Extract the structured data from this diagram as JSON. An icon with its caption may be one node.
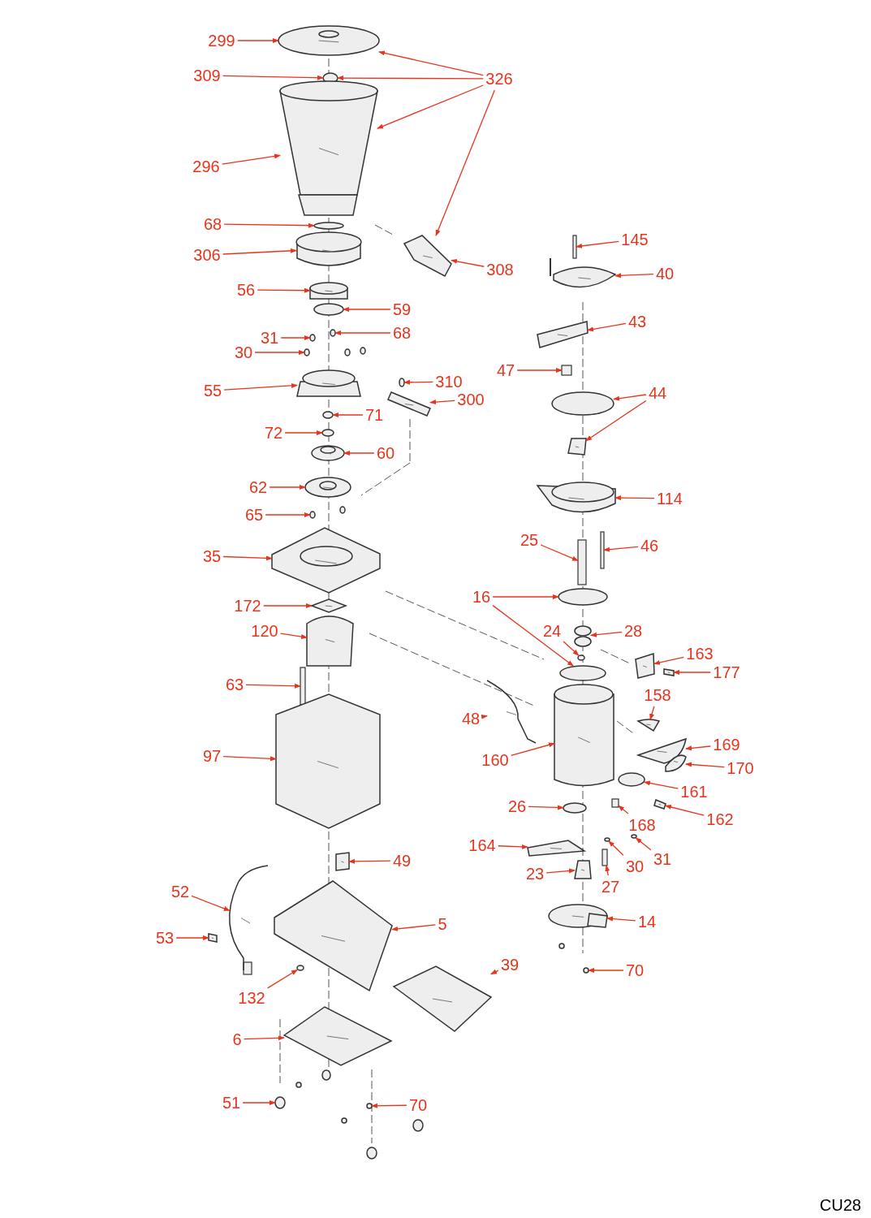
{
  "diagram": {
    "nodes": [
      {
        "text": [
          "299"
        ]
      },
      {
        "text": [
          "309"
        ]
      },
      {
        "text": [
          "326"
        ]
      },
      {
        "text": [
          "296"
        ]
      },
      {
        "text": [
          "68"
        ]
      },
      {
        "text": [
          "306"
        ]
      },
      {
        "text": [
          "308"
        ]
      },
      {
        "text": [
          "56"
        ]
      },
      {
        "text": [
          "59"
        ]
      },
      {
        "text": [
          "31"
        ]
      },
      {
        "text": [
          "68"
        ]
      },
      {
        "text": [
          "30"
        ]
      },
      {
        "text": [
          "55"
        ]
      },
      {
        "text": [
          "310"
        ]
      },
      {
        "text": [
          "300"
        ]
      },
      {
        "text": [
          "71"
        ]
      },
      {
        "text": [
          "72"
        ]
      },
      {
        "text": [
          "60"
        ]
      },
      {
        "text": [
          "62"
        ]
      },
      {
        "text": [
          "65"
        ]
      },
      {
        "text": [
          "35"
        ]
      },
      {
        "text": [
          "172"
        ]
      },
      {
        "text": [
          "120"
        ]
      },
      {
        "text": [
          "63"
        ]
      },
      {
        "text": [
          "97"
        ]
      },
      {
        "text": [
          "49"
        ]
      },
      {
        "text": [
          "52"
        ]
      },
      {
        "text": [
          "5"
        ]
      },
      {
        "text": [
          "53"
        ]
      },
      {
        "text": [
          "39"
        ]
      },
      {
        "text": [
          "132"
        ]
      },
      {
        "text": [
          "6"
        ]
      },
      {
        "text": [
          "51"
        ]
      },
      {
        "text": [
          "70"
        ]
      },
      {
        "text": [
          "145"
        ]
      },
      {
        "text": [
          "40"
        ]
      },
      {
        "text": [
          "43"
        ]
      },
      {
        "text": [
          "47"
        ]
      },
      {
        "text": [
          "44"
        ]
      },
      {
        "text": [
          "114"
        ]
      },
      {
        "text": [
          "25"
        ]
      },
      {
        "text": [
          "46"
        ]
      },
      {
        "text": [
          "16"
        ]
      },
      {
        "text": [
          "24"
        ]
      },
      {
        "text": [
          "28"
        ]
      },
      {
        "text": [
          "163"
        ]
      },
      {
        "text": [
          "177"
        ]
      },
      {
        "text": [
          "158"
        ]
      },
      {
        "text": [
          "48"
        ]
      },
      {
        "text": [
          "169"
        ]
      },
      {
        "text": [
          "160"
        ]
      },
      {
        "text": [
          "170"
        ]
      },
      {
        "text": [
          "161"
        ]
      },
      {
        "text": [
          "26"
        ]
      },
      {
        "text": [
          "162"
        ]
      },
      {
        "text": [
          "168"
        ]
      },
      {
        "text": [
          "164"
        ]
      },
      {
        "text": [
          "30"
        ]
      },
      {
        "text": [
          "31"
        ]
      },
      {
        "text": [
          "23"
        ]
      },
      {
        "text": [
          "27"
        ]
      },
      {
        "text": [
          "14"
        ]
      },
      {
        "text": [
          "70"
        ]
      },
      {
        "text": [],
        "shape": "picture"
      },
      {
        "text": [],
        "shape": "circle"
      },
      {
        "text": [],
        "shape": "picture"
      },
      {
        "text": [],
        "shape": "circle"
      },
      {
        "text": [],
        "shape": "picture"
      },
      {
        "text": [],
        "shape": "picture"
      },
      {
        "text": [],
        "shape": "picture"
      },
      {
        "text": [],
        "shape": "circle"
      },
      {
        "text": [],
        "shape": "circle"
      },
      {
        "text": [],
        "shape": "circle"
      },
      {
        "text": [],
        "shape": "circle"
      },
      {
        "text": [],
        "shape": "picture"
      },
      {
        "text": [],
        "shape": "circle"
      },
      {
        "text": [],
        "shape": "picture"
      },
      {
        "text": [],
        "shape": "circle"
      },
      {
        "text": [],
        "shape": "circle"
      },
      {
        "text": [],
        "shape": "picture"
      },
      {
        "text": [],
        "shape": "picture"
      },
      {
        "text": [],
        "shape": "circle"
      },
      {
        "text": [],
        "shape": "picture"
      },
      {
        "text": [],
        "shape": "picture"
      },
      {
        "text": [],
        "shape": "picture"
      },
      {
        "text": [],
        "shape": "box"
      },
      {
        "text": [],
        "shape": "picture"
      },
      {
        "text": [],
        "shape": "picture"
      },
      {
        "text": [],
        "shape": "picture"
      },
      {
        "text": [],
        "shape": "picture"
      },
      {
        "text": [],
        "shape": "picture"
      },
      {
        "text": [],
        "shape": "picture"
      },
      {
        "text": [],
        "shape": "circle"
      },
      {
        "text": [],
        "shape": "picture"
      },
      {
        "text": [],
        "shape": "circle"
      },
      {
        "text": [],
        "shape": "circle"
      },
      {
        "text": [],
        "shape": "box"
      },
      {
        "text": [],
        "shape": "picture"
      },
      {
        "text": [],
        "shape": "picture"
      },
      {
        "text": [],
        "shape": "box"
      },
      {
        "text": [],
        "shape": "circle"
      },
      {
        "text": [],
        "shape": "picture"
      },
      {
        "text": [],
        "shape": "picture"
      },
      {
        "text": [],
        "shape": "box"
      },
      {
        "text": [],
        "shape": "box"
      },
      {
        "text": [],
        "shape": "circle"
      },
      {
        "text": [],
        "shape": "picture"
      },
      {
        "text": [],
        "shape": "circle"
      },
      {
        "text": [],
        "shape": "circle"
      },
      {
        "text": [],
        "shape": "picture"
      },
      {
        "text": [],
        "shape": "picture"
      },
      {
        "text": [],
        "shape": "picture"
      },
      {
        "text": [],
        "shape": "picture"
      },
      {
        "text": [],
        "shape": "picture"
      },
      {
        "text": [],
        "shape": "picture"
      },
      {
        "text": [],
        "shape": "picture"
      },
      {
        "text": [],
        "shape": "circle"
      },
      {
        "text": [],
        "shape": "circle"
      },
      {
        "text": [],
        "shape": "picture"
      },
      {
        "text": [],
        "shape": "box"
      },
      {
        "text": [],
        "shape": "picture"
      },
      {
        "text": [],
        "shape": "circle"
      },
      {
        "text": [],
        "shape": "circle"
      },
      {
        "text": [],
        "shape": "picture"
      },
      {
        "text": [],
        "shape": "box"
      },
      {
        "text": [],
        "shape": "picture"
      },
      {
        "text": [],
        "shape": "circle"
      }
    ],
    "edges": [
      {
        "from": 0,
        "to": 63,
        "arrow": "to"
      },
      {
        "from": 1,
        "to": 64,
        "arrow": "to"
      },
      {
        "from": 2,
        "to": 63,
        "arrow": "to"
      },
      {
        "from": 2,
        "to": 64,
        "arrow": "to"
      },
      {
        "from": 2,
        "to": 65,
        "arrow": "to"
      },
      {
        "from": 2,
        "to": 68,
        "arrow": "to"
      },
      {
        "from": 3,
        "to": 65,
        "arrow": "to"
      },
      {
        "from": 4,
        "to": 66,
        "arrow": "to"
      },
      {
        "from": 5,
        "to": 67,
        "arrow": "to"
      },
      {
        "from": 6,
        "to": 68,
        "arrow": "to"
      },
      {
        "from": 7,
        "to": 69,
        "arrow": "to"
      },
      {
        "from": 8,
        "to": 70,
        "arrow": "to"
      },
      {
        "from": 9,
        "to": 71,
        "arrow": "to"
      },
      {
        "from": 10,
        "to": 72,
        "arrow": "to"
      },
      {
        "from": 11,
        "to": 73,
        "arrow": "to"
      },
      {
        "from": 12,
        "to": 74,
        "arrow": "to"
      },
      {
        "from": 13,
        "to": 75,
        "arrow": "to"
      },
      {
        "from": 14,
        "to": 76,
        "arrow": "to"
      },
      {
        "from": 15,
        "to": 77,
        "arrow": "to"
      },
      {
        "from": 16,
        "to": 78,
        "arrow": "to"
      },
      {
        "from": 17,
        "to": 79,
        "arrow": "to"
      },
      {
        "from": 18,
        "to": 80,
        "arrow": "to"
      },
      {
        "from": 19,
        "to": 81,
        "arrow": "to"
      },
      {
        "from": 20,
        "to": 82,
        "arrow": "to"
      },
      {
        "from": 21,
        "to": 83,
        "arrow": "to"
      },
      {
        "from": 22,
        "to": 84,
        "arrow": "to"
      },
      {
        "from": 23,
        "to": 85,
        "arrow": "to"
      },
      {
        "from": 24,
        "to": 86,
        "arrow": "to"
      },
      {
        "from": 25,
        "to": 87,
        "arrow": "to"
      },
      {
        "from": 26,
        "to": 88,
        "arrow": "to"
      },
      {
        "from": 27,
        "to": 89,
        "arrow": "to"
      },
      {
        "from": 28,
        "to": 90,
        "arrow": "to"
      },
      {
        "from": 29,
        "to": 91,
        "arrow": "to"
      },
      {
        "from": 30,
        "to": 92,
        "arrow": "to"
      },
      {
        "from": 31,
        "to": 93,
        "arrow": "to"
      },
      {
        "from": 32,
        "to": 94,
        "arrow": "to"
      },
      {
        "from": 33,
        "to": 95,
        "arrow": "to"
      },
      {
        "from": 34,
        "to": 96,
        "arrow": "to"
      },
      {
        "from": 35,
        "to": 97,
        "arrow": "to"
      },
      {
        "from": 36,
        "to": 98,
        "arrow": "to"
      },
      {
        "from": 37,
        "to": 99,
        "arrow": "to"
      },
      {
        "from": 38,
        "to": 100,
        "arrow": "to"
      },
      {
        "from": 38,
        "to": 101,
        "arrow": "to"
      },
      {
        "from": 39,
        "to": 102,
        "arrow": "to"
      },
      {
        "from": 40,
        "to": 103,
        "arrow": "to"
      },
      {
        "from": 41,
        "to": 104,
        "arrow": "to"
      },
      {
        "from": 42,
        "to": 105,
        "arrow": "to"
      },
      {
        "from": 42,
        "to": 108,
        "arrow": "to"
      },
      {
        "from": 43,
        "to": 107,
        "arrow": "to"
      },
      {
        "from": 44,
        "to": 106,
        "arrow": "to"
      },
      {
        "from": 45,
        "to": 109,
        "arrow": "to"
      },
      {
        "from": 46,
        "to": 110,
        "arrow": "to"
      },
      {
        "from": 47,
        "to": 111,
        "arrow": "to"
      },
      {
        "from": 48,
        "to": 112,
        "arrow": "to"
      },
      {
        "from": 49,
        "to": 113,
        "arrow": "to"
      },
      {
        "from": 50,
        "to": 114,
        "arrow": "to"
      },
      {
        "from": 51,
        "to": 115,
        "arrow": "to"
      },
      {
        "from": 52,
        "to": 116,
        "arrow": "to"
      },
      {
        "from": 53,
        "to": 117,
        "arrow": "to"
      },
      {
        "from": 54,
        "to": 118,
        "arrow": "to"
      },
      {
        "from": 55,
        "to": 119,
        "arrow": "to"
      },
      {
        "from": 56,
        "to": 120,
        "arrow": "to"
      },
      {
        "from": 57,
        "to": 121,
        "arrow": "to"
      },
      {
        "from": 58,
        "to": 122,
        "arrow": "to"
      },
      {
        "from": 59,
        "to": 123,
        "arrow": "to"
      },
      {
        "from": 60,
        "to": 124,
        "arrow": "to"
      },
      {
        "from": 61,
        "to": 125,
        "arrow": "to"
      },
      {
        "from": 62,
        "to": 126,
        "arrow": "to"
      }
    ],
    "labels": [
      "CU28"
    ]
  }
}
